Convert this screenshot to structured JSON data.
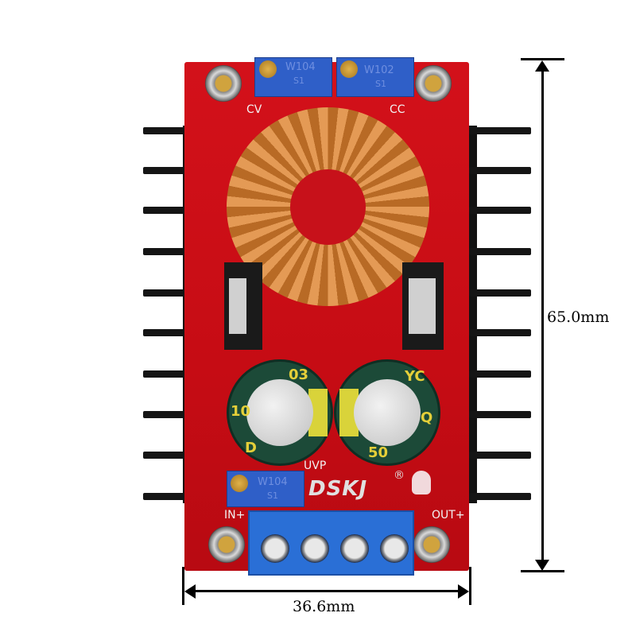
{
  "product": {
    "type": "DC-DC step-up boost converter module",
    "brand_logo": "DSKJ",
    "registered_mark": "®",
    "colors": {
      "pcb": "#c80d15",
      "heatsink": "#121212",
      "potentiometer": "#2f5fc8",
      "terminal_block": "#2a6fd6",
      "capacitor": "#1c4a38",
      "capacitor_marking": "#d9d33a",
      "inductor_wire": "#c97b34"
    }
  },
  "potentiometers": [
    {
      "label": "W104",
      "sub": "S1",
      "position": "top-left",
      "function_label": "CV"
    },
    {
      "label": "W102",
      "sub": "S1",
      "position": "top-right",
      "function_label": "CC"
    },
    {
      "label": "W104",
      "sub": "S1",
      "position": "bottom-left",
      "function_label": "UVP"
    }
  ],
  "silkscreen": {
    "cv": "CV",
    "cc": "CC",
    "uvp": "UVP",
    "in_plus": "IN+",
    "out_plus": "OUT+"
  },
  "capacitors": [
    {
      "marking_a": "03",
      "marking_b": "10",
      "marking_c": "D"
    },
    {
      "marking_a": "YC",
      "marking_b": "50",
      "marking_c": "Q"
    }
  ],
  "terminal_block": {
    "screws": 4
  },
  "dimensions": {
    "height": "65.0mm",
    "width": "36.6mm"
  }
}
